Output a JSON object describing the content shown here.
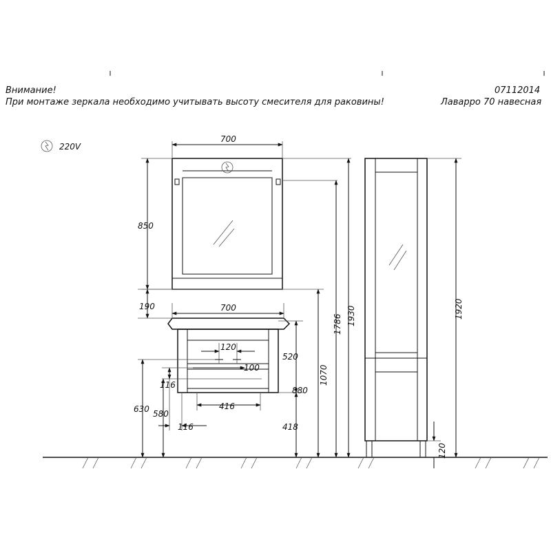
{
  "header": {
    "warning_title": "Внимание!",
    "warning_text": "При монтаже зеркала необходимо учитывать высоту смесителя для раковины!",
    "doc_code": "07112014",
    "model_name": "Лаварро  70  навесная"
  },
  "power": {
    "label": "220V",
    "icon": "power-outlet-icon"
  },
  "dimensions": {
    "mirror_width": "700",
    "mirror_height": "850",
    "gap_mirror_basin": "190",
    "basin_width": "700",
    "drain_spacing": "120",
    "drain_offset": "100",
    "drawer_width": "416",
    "vanity_height": "520",
    "mount_offset": "116",
    "supply_height_left": "630",
    "supply_height_right": "580",
    "bottom_offset": "116",
    "vanity_top_height": "880",
    "vanity_bottom_height": "418",
    "basin_rim_height": "1070",
    "mirror_mount_height": "1786",
    "total_height": "1930",
    "column_height": "1920",
    "column_leg_height": "120"
  }
}
